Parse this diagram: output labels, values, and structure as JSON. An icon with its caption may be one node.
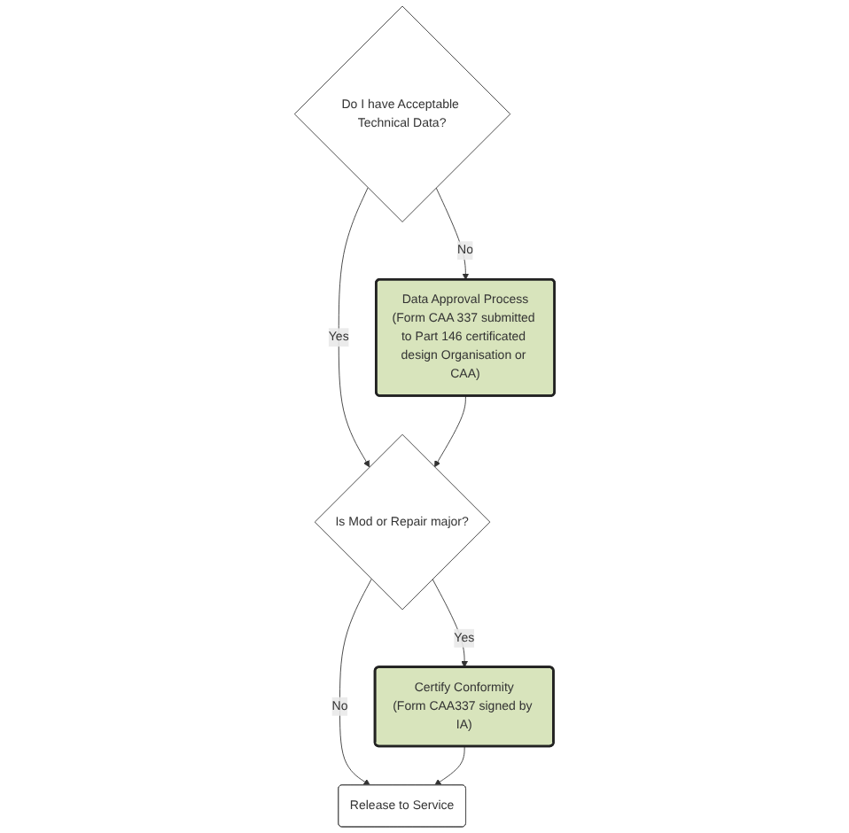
{
  "diagram": {
    "nodes": [
      {
        "text": [
          "Do I have Acceptable Technical Data?"
        ]
      },
      {
        "text": [
          "Data Approval Process",
          "(Form CAA 337 submitted to Part 146 certificated design Organisation or CAA)"
        ]
      },
      {
        "text": [
          "Is Mod or Repair major?"
        ]
      },
      {
        "text": [
          "Certify Conformity",
          "(Form CAA337 signed by IA)"
        ]
      },
      {
        "text": [
          "Release to Service"
        ]
      }
    ],
    "edges": [
      {
        "from": 0,
        "to": 1,
        "arrow": "to",
        "label": "No"
      },
      {
        "from": 0,
        "to": 2,
        "arrow": "to",
        "label": "Yes"
      },
      {
        "from": 1,
        "to": 2,
        "arrow": "to"
      },
      {
        "from": 2,
        "to": 3,
        "arrow": "to",
        "label": "Yes"
      },
      {
        "from": 2,
        "to": 4,
        "arrow": "to",
        "label": "No"
      },
      {
        "from": 3,
        "to": 4,
        "arrow": "to"
      }
    ]
  }
}
